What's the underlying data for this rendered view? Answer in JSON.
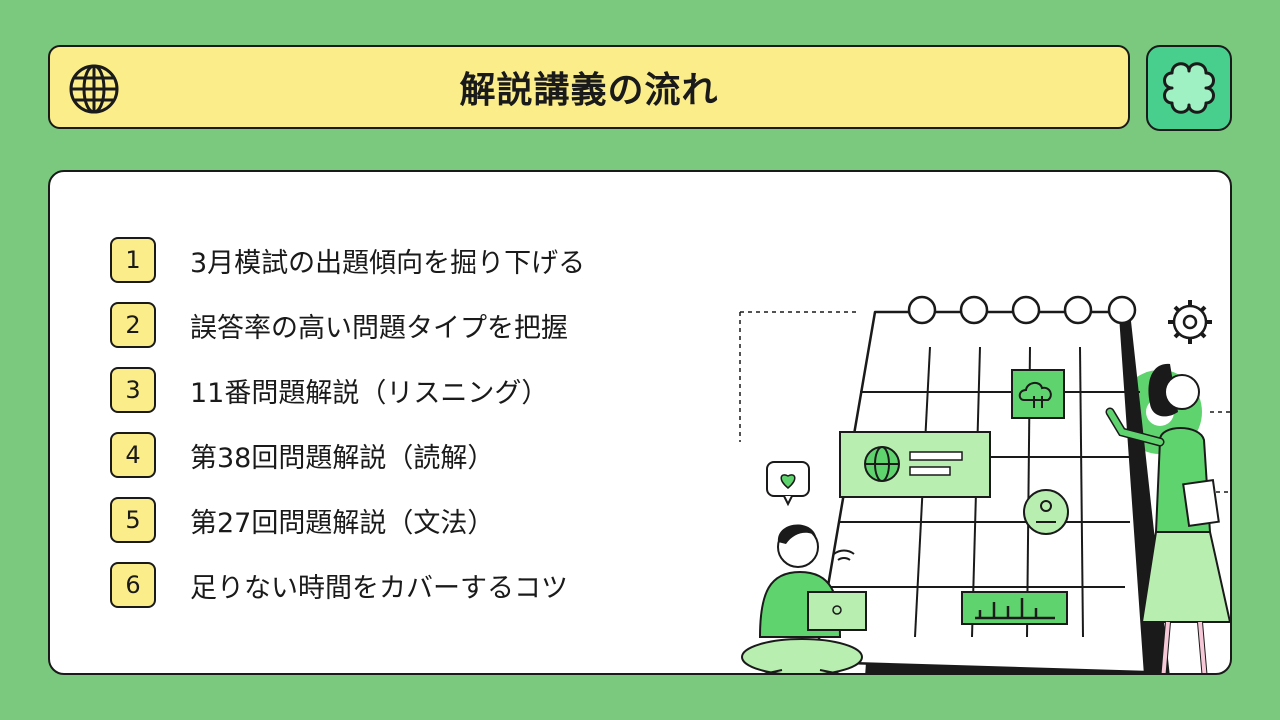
{
  "header": {
    "title": "解説講義の流れ",
    "left_icon": "globe-icon",
    "right_icon": "clover-icon"
  },
  "agenda": {
    "items": [
      {
        "number": "1",
        "text": "3月模試の出題傾向を掘り下げる"
      },
      {
        "number": "2",
        "text": "誤答率の高い問題タイプを把握"
      },
      {
        "number": "3",
        "text": "11番問題解説（リスニング）"
      },
      {
        "number": "4",
        "text": "第38回問題解説（読解）"
      },
      {
        "number": "5",
        "text": "第27回問題解説（文法）"
      },
      {
        "number": "6",
        "text": "足りない時間をカバーするコツ"
      }
    ]
  },
  "colors": {
    "background": "#7ac97e",
    "header_yellow": "#fbee8a",
    "accent_green": "#48cf8e",
    "light_green": "#b8eeb0",
    "outline": "#1a1a1a"
  }
}
